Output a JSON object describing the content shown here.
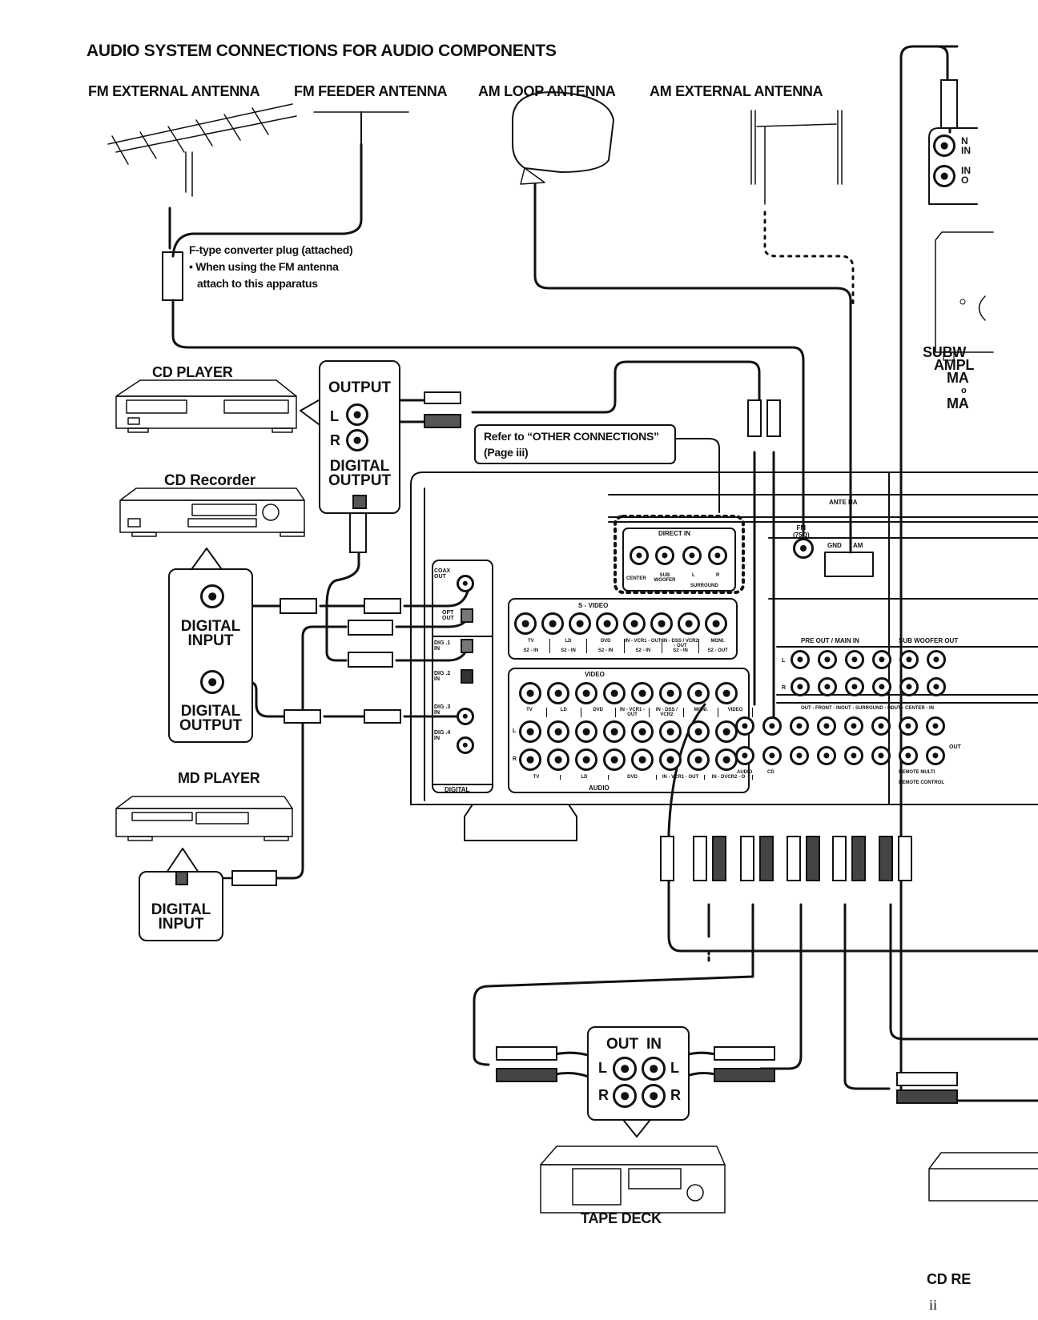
{
  "title": "AUDIO SYSTEM CONNECTIONS FOR AUDIO COMPONENTS",
  "antennas": [
    {
      "label": "FM EXTERNAL ANTENNA"
    },
    {
      "label": "FM FEEDER ANTENNA"
    },
    {
      "label": "AM LOOP ANTENNA"
    },
    {
      "label": "AM EXTERNAL ANTENNA"
    }
  ],
  "fm_note": {
    "line1": "F-type converter plug (attached)",
    "line2": "• When using the FM antenna",
    "line3": "attach to this apparatus"
  },
  "devices": {
    "cd_player": "CD PLAYER",
    "cd_recorder": "CD Recorder",
    "md_player": "MD PLAYER",
    "tape_deck": "TAPE DECK",
    "cd_recorder_right": "CD RE",
    "subwoofer": [
      "SUBW",
      "AMPL",
      "MA",
      "o",
      "MA"
    ]
  },
  "cd_player_panel": {
    "output": "OUTPUT",
    "l": "L",
    "r": "R",
    "digital_output_1": "DIGITAL",
    "digital_output_2": "OUTPUT"
  },
  "cd_recorder_panel": {
    "digital_input_1": "DIGITAL",
    "digital_input_2": "INPUT",
    "digital_output_1": "DIGITAL",
    "digital_output_2": "OUTPUT"
  },
  "md_player_panel": {
    "digital_input_1": "DIGITAL",
    "digital_input_2": "INPUT"
  },
  "tape_panel": {
    "out": "OUT",
    "in": "IN",
    "l": "L",
    "r": "R"
  },
  "subwoofer_panel": {
    "jack1_1": "N",
    "jack1_2": "IN",
    "jack2_1": "IN",
    "jack2_2": "O"
  },
  "refer_note": {
    "line1": "Refer to “OTHER CONNECTIONS”",
    "line2": "(Page iii)"
  },
  "receiver": {
    "antenna": "ANTE  NA",
    "fm": "FM",
    "fm_ohm": "(75Ω)",
    "gnd": "GND",
    "am": "AM",
    "direct_in": "DIRECT IN",
    "direct_in_labels": [
      "CENTER",
      "SUB WOOFER",
      "L",
      "R"
    ],
    "surround": "SURROUND",
    "coax_out": "COAX OUT",
    "opt_out": "OPT OUT",
    "dig1": "DIG .1 IN",
    "dig2": "DIG .2 IN",
    "dig3": "DIG .3 IN",
    "dig4": "DIG .4 IN",
    "digital": "DIGITAL",
    "s_video": "S - VIDEO",
    "s_video_labels": [
      "TV",
      "LD",
      "DVD",
      "IN - VCR1 - OUT",
      "IN - DSS / VCR2 - OUT",
      "MONI."
    ],
    "s2_labels": [
      "S2 - IN",
      "S2 - IN",
      "S2 - IN",
      "S2 - IN",
      "S2 - IN",
      "S2 - OUT"
    ],
    "video": "VIDEO",
    "video_labels": [
      "TV",
      "LD",
      "DVD",
      "IN - VCR1 - OUT",
      "IN - DSS / VCR2",
      "MONI.",
      "VIDEO"
    ],
    "audio": "AUDIO",
    "audio_labels": [
      "TV",
      "LD",
      "DVD",
      "IN - VCR1 - OUT",
      "IN - DVCR2 - O"
    ],
    "l": "L",
    "r": "R",
    "pre_out_main_in": "PRE OUT / MAIN IN",
    "sub_woofer_out": "SUB WOOFER OUT",
    "out_front_in": "OUT - FRONT - IN",
    "out_surround_in": "OUT - SURROUND - IN",
    "out_center_in": "OUT - CENTER - IN",
    "audio_cd": [
      "AUDIO",
      "CD"
    ],
    "remote": "REMOTE  MULTI",
    "remote_control": "REMOTE CONTROL",
    "in": "IN",
    "out": "OUT"
  },
  "page_number": "ii"
}
